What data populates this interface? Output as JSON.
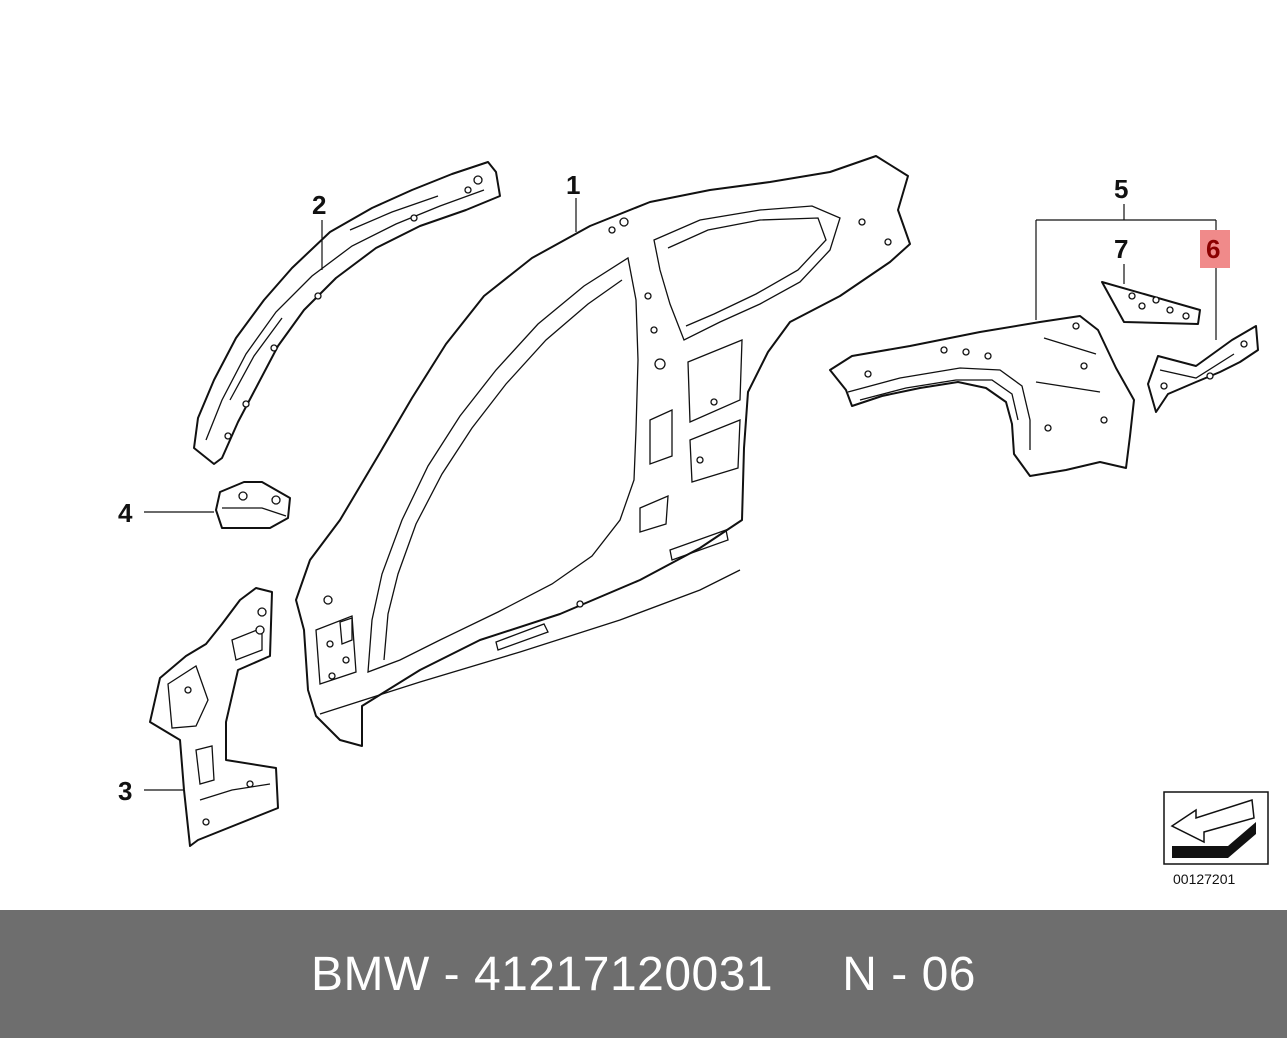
{
  "callouts": {
    "one": "1",
    "two": "2",
    "three": "3",
    "four": "4",
    "five": "5",
    "six": "6",
    "seven": "7"
  },
  "highlight_color": "#f08a8a",
  "diagram_code": "00127201",
  "orientation_icon": "direction-arrow-icon",
  "footer": {
    "text": "BMW - 41217120031     N - 06"
  }
}
